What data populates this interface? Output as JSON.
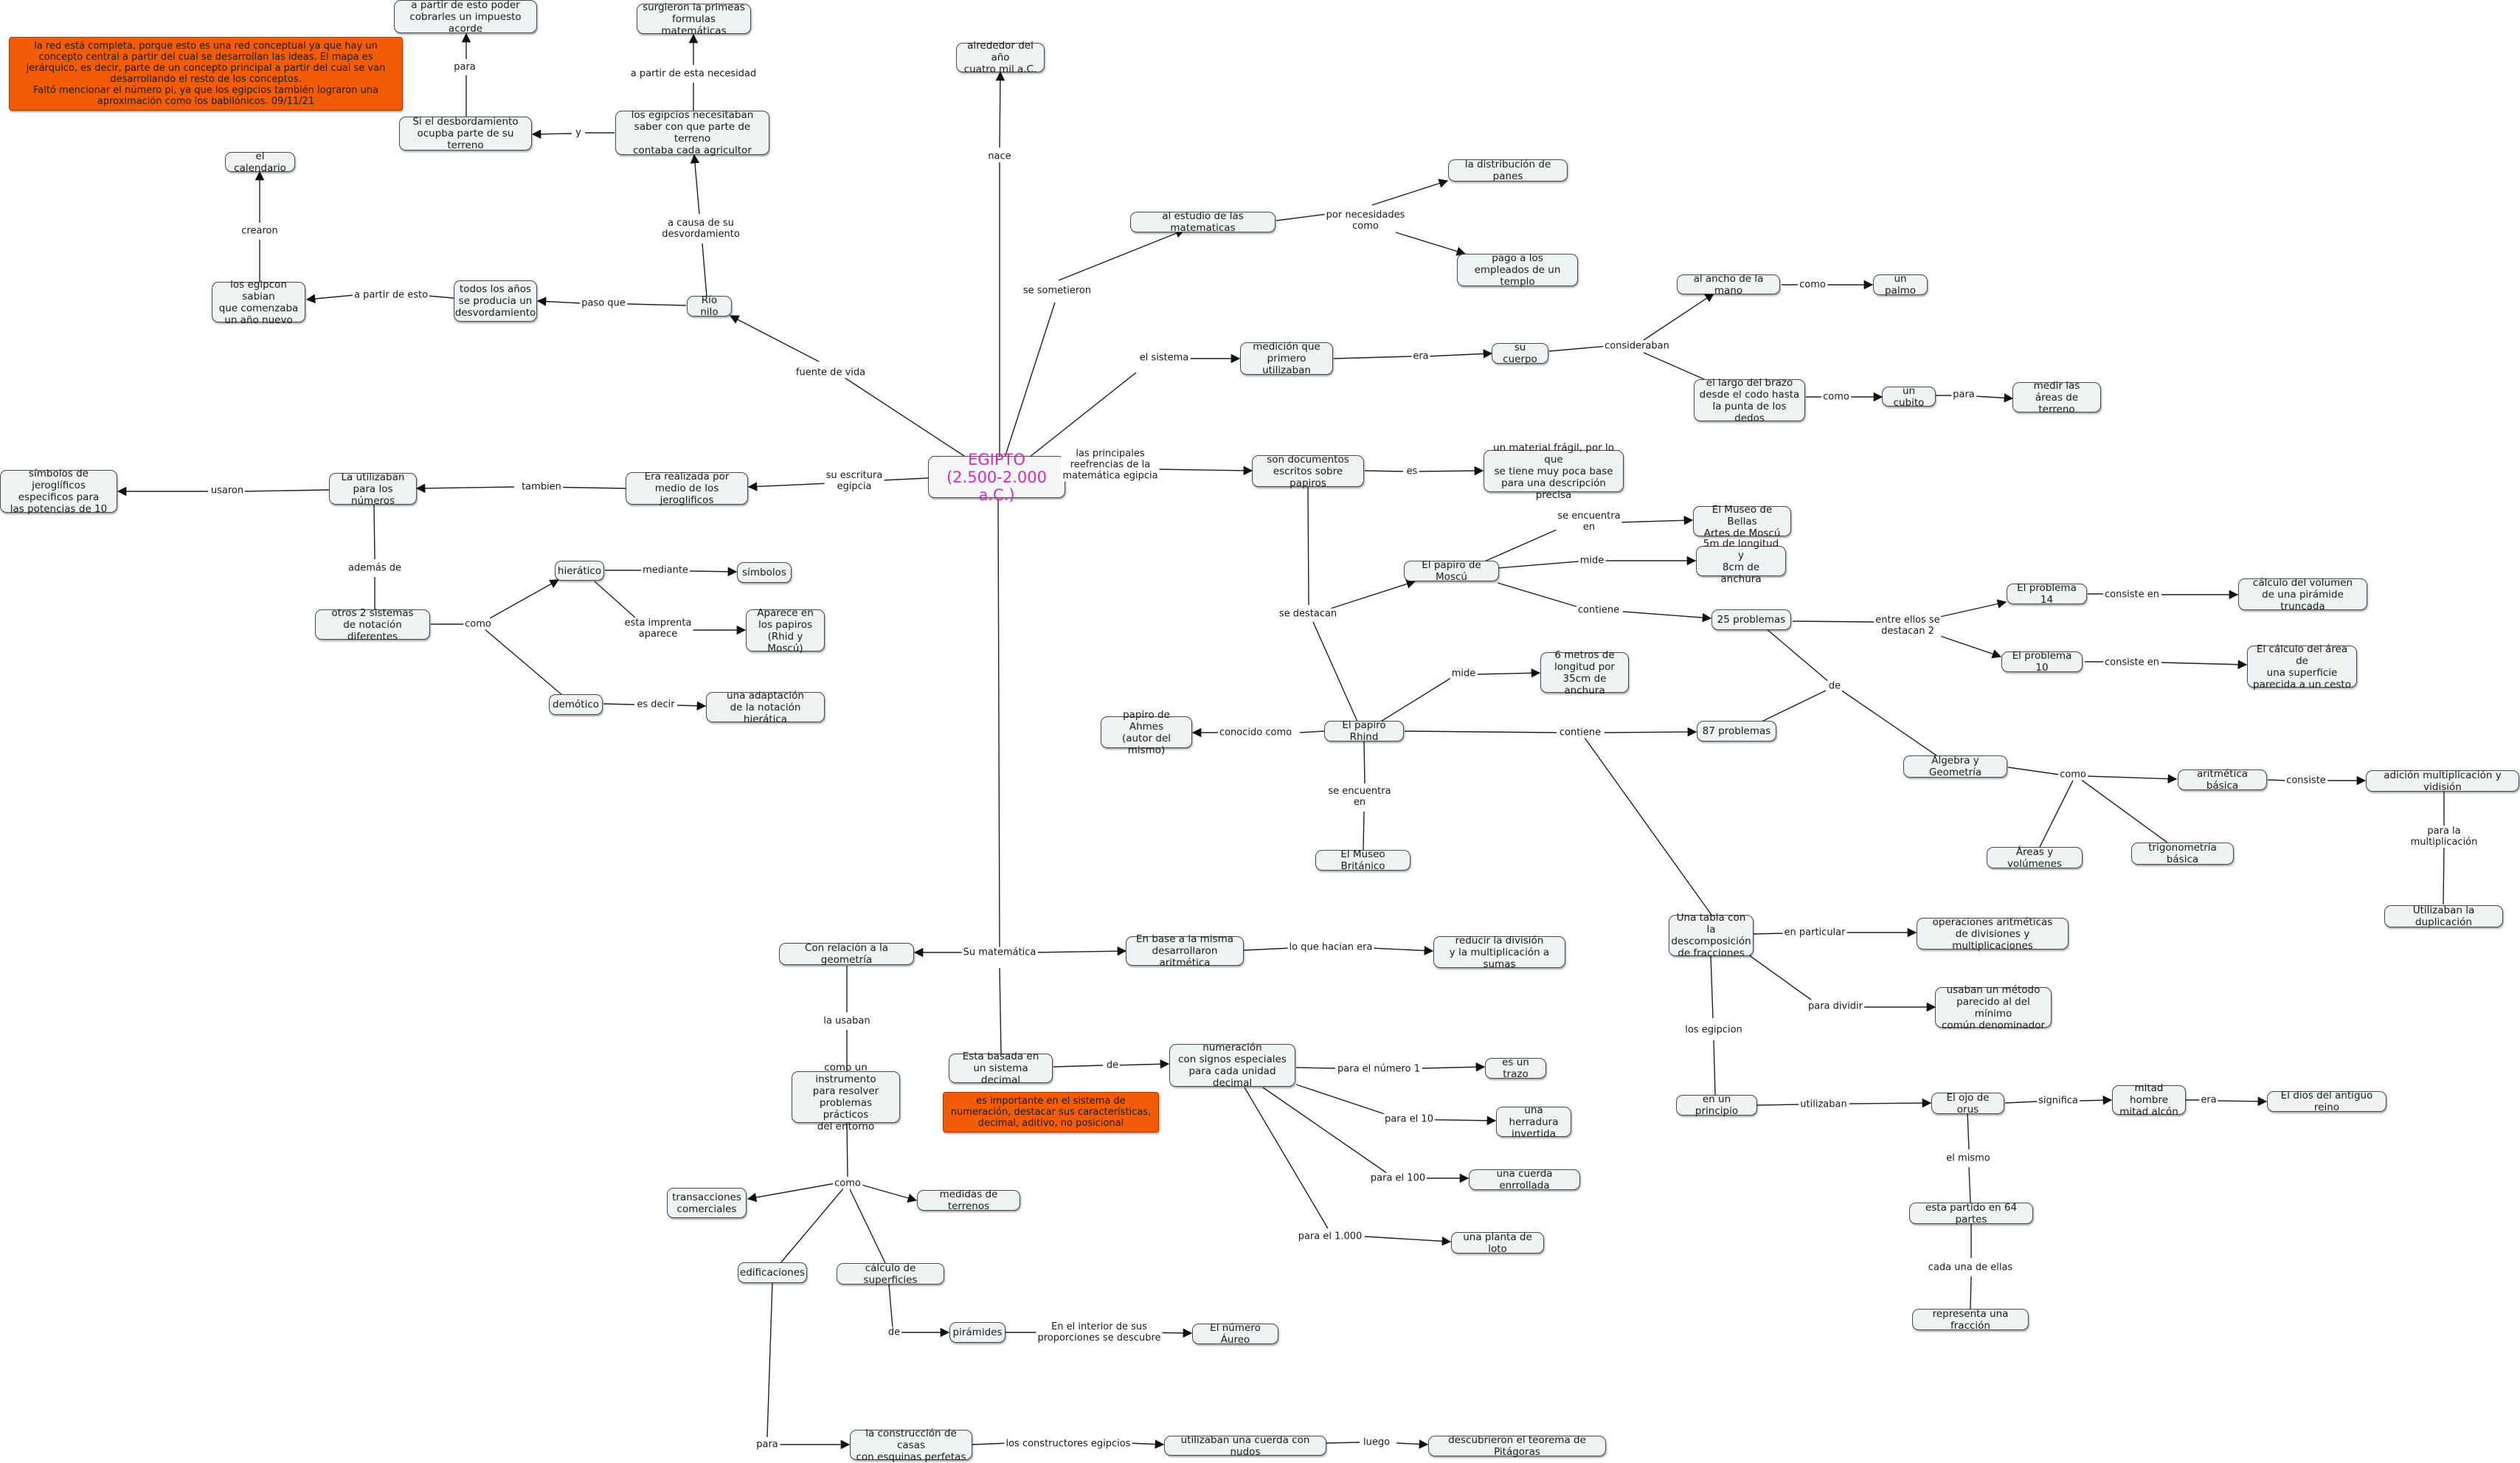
{
  "nodes": {
    "root": "EGIPTO\n(2.500-2.000 a.C.)",
    "nota_red": "la red está completa, porque esto es una red conceptual ya que hay un concepto central a partir del cual se desarrollan las ideas.  El mapa es jerárquico, es decir, parte de un concepto principal a partir del cual se van desarrollando el resto de los conceptos.\nFaltó mencionar el número pi, ya que los egipcios también lograron una aproximación como los babilónicos. 09/11/21",
    "impuesto": "a partir de esto poder\ncobrarles un impuesto acorde",
    "formulas": "surgieron la primeas\nformulas matemáticas",
    "cuatro_mil": "alrededor del año\ncuatro mil a.C.",
    "desbordamiento": "Si el desbordamiento\nocupba parte de su terreno",
    "necesitaban": "los egipcios necesitaban\nsaber con que parte de terreno\ncontaba cada agricultor",
    "calendario": "el calendario",
    "anio_nuevo": "los egipcon sabian\nque comenzaba\nun año nuevo",
    "todos_anios": "todos los años\nse producia un\ndesvordamiento",
    "rio_nilo": "Río nilo",
    "estudio_mat": "al estudio de las matematicas",
    "panes": "la distribución de panes",
    "pago": "pago a los\nempleados de un templo",
    "ancho_mano": "al ancho de la mano",
    "palmo": "un palmo",
    "medicion": "medición que\nprimero utilizaban",
    "su_cuerpo": "su cuerpo",
    "largo_brazo": "el largo del brazo\ndesde el codo hasta\nla punta de los dedos",
    "cubito": "un cubito",
    "areas_terreno": "medir las\náreas de terreno",
    "simbolos_jero": "símbolos de jeroglíficos\nespecificos para\nlas potencias de 10",
    "utilizaban_num": "La utilizaban\npara los números",
    "realizada": "Era realizada por\nmedio de los jeroglificos",
    "documentos": "son documentos\nescritos sobre papiros",
    "material": "un material frágil, por lo que\nse tiene muy poca base\npara una descripción precisa",
    "museo_moscu": "El Museo de Bellas\nArtes de Moscú",
    "moscu_medida": "5m de longitud y\n8cm de anchura",
    "papiro_moscu": "El papiro de Moscú",
    "hieratico": "hierático",
    "simbolos": "símbolos",
    "aparece": "Aparece en\nlos papiros\n(Rhid y Moscú)",
    "otros_2": "otros 2 sistemas\nde notación diferentes",
    "demotico": "demótico",
    "adaptacion": "una adaptación\nde la notación hierática",
    "p25": "25 problemas",
    "prob14": "El problema 14",
    "volumen": "cálculo del volumen\nde una pirámide truncada",
    "prob10": "El problema 10",
    "area_sup": "El cálculo del área de\nuna superficie\nparecida a un cesto",
    "seis_metros": "6 metros de\nlongitud por\n35cm de anchura",
    "ahmes": "papiro de Ahmes\n(autor del mismo)",
    "rhind": "El papiro Rhind",
    "p87": "87 problemas",
    "algebra": "Álgebra y Geometría",
    "aritmetica": "aritmética básica",
    "adicion": "adición multiplicación y vidisión",
    "areas_vol": "Áreas y volúmenes",
    "trigonometria": "trigonometría básica",
    "duplicacion": "Utilizaban la duplicación",
    "museo_brit": "El Museo Británico",
    "tabla": "Una tabla con la\ndescomposición\nde fracciones",
    "operaciones": "operaciones aritméticas\nde divisiones y multiplicaciones",
    "metodo": "usaban un método\nparecido al del mínimo\ncomún denominador",
    "principio": "en un principio",
    "ojo_orus": "El ojo de orus",
    "mitad": "mitad hombre\nmitad alcón",
    "dios": "El dios del antiguo reino",
    "partido64": "esta partido en 64 partes",
    "fraccion": "representa una fracción",
    "geometria": "Con relación a la geometría",
    "en_base": "En base a la misma\ndesarrollaron aritmética",
    "reducir": "reducir la división\ny la multiplicación a sumas",
    "instrumento": "como un instrumento\npara resolver\nproblemas prácticos\ndel entorno",
    "basada": "Esta basada en\nun sistema decimal",
    "numeracion": "numeración\ncon signos especiales\npara cada unidad decimal",
    "nota_decimal": "es importante en el sistema de numeración, destacar sus características, decimal, aditivo, no posicional",
    "trazo": "es un trazo",
    "herradura": "una herradura\ninvertida",
    "cuerda_enr": "una cuerda enrrollada",
    "loto": "una planta de loto",
    "transacciones": "transacciones\ncomerciales",
    "medidas": "medidas de terrenos",
    "edificaciones": "edificaciones",
    "calc_sup": "cálculo de superficies",
    "piramides": "pirámides",
    "aureo": "El número Áureo",
    "casas": "la construcción de casas\ncon esquinas perfetas",
    "cuerda_nudos": "utilizaban una cuerda con nudos",
    "pitagoras": "descubrieron el teorema de Pitágoras"
  },
  "labels": {
    "para_imp": "para",
    "a_partir_necesidad": "a partir de esta necesidad",
    "y": "y",
    "nace": "nace",
    "a_causa": "a causa de su\ndesvordamiento",
    "crearon": "crearon",
    "a_partir_esto": "a partir de esto",
    "paso_que": "paso que",
    "fuente_vida": "fuente de vida",
    "se_sometieron": "se sometieron",
    "por_necesidades": "por necesidades\ncomo",
    "el_sistema": "el sistema",
    "era": "era",
    "consideraban": "consideraban",
    "como_palmo": "como",
    "como_cubito": "como",
    "para_areas": "para",
    "su_escritura": "su escritura\negipcia",
    "tambien": "tambien",
    "usaron": "usaron",
    "las_principales": "las principales\nreefrencias de la\nmatemática egipcia",
    "es_material": "es",
    "ademas_de": "además de",
    "como_otros": "como",
    "mediante": "mediante",
    "esta_imprenta": "esta imprenta\naparece",
    "es_decir": "es decir",
    "se_destacan": "se destacan",
    "se_encuentra_moscu": "se encuentra\nen",
    "mide_moscu": "mide",
    "contiene_moscu": "contiene",
    "entre_ellos": "entre ellos se\ndestacan 2",
    "consiste_14": "consiste en",
    "consiste_10": "consiste en",
    "de": "de",
    "mide_rhind": "mide",
    "conocido": "conocido como",
    "contiene_rhind": "contiene",
    "se_encuentra_rhind": "se encuentra\nen",
    "como_alg": "como",
    "consiste_arit": "consiste",
    "para_mult": "para la multiplicación",
    "en_particular": "en particular",
    "para_dividir": "para dividir",
    "los_egipcion": "los egipcion",
    "utilizaban_ojo": "utilizaban",
    "significa": "significa",
    "era_dios": "era",
    "el_mismo": "el mismo",
    "cada_una": "cada una de ellas",
    "su_matematica": "Su matemática",
    "lo_que": "lo que hacian era",
    "la_usaban": "la usaban",
    "de_num": "de",
    "para_1": "para el número 1",
    "para_10": "para el 10",
    "para_100": "para el 100",
    "para_1000": "para el 1.000",
    "como_inst": "como",
    "de_pir": "de",
    "en_interior": "En el interior de sus\nproporciones se descubre",
    "para_casas": "para",
    "los_constructores": "los constructores egipcios",
    "luego": "luego"
  }
}
